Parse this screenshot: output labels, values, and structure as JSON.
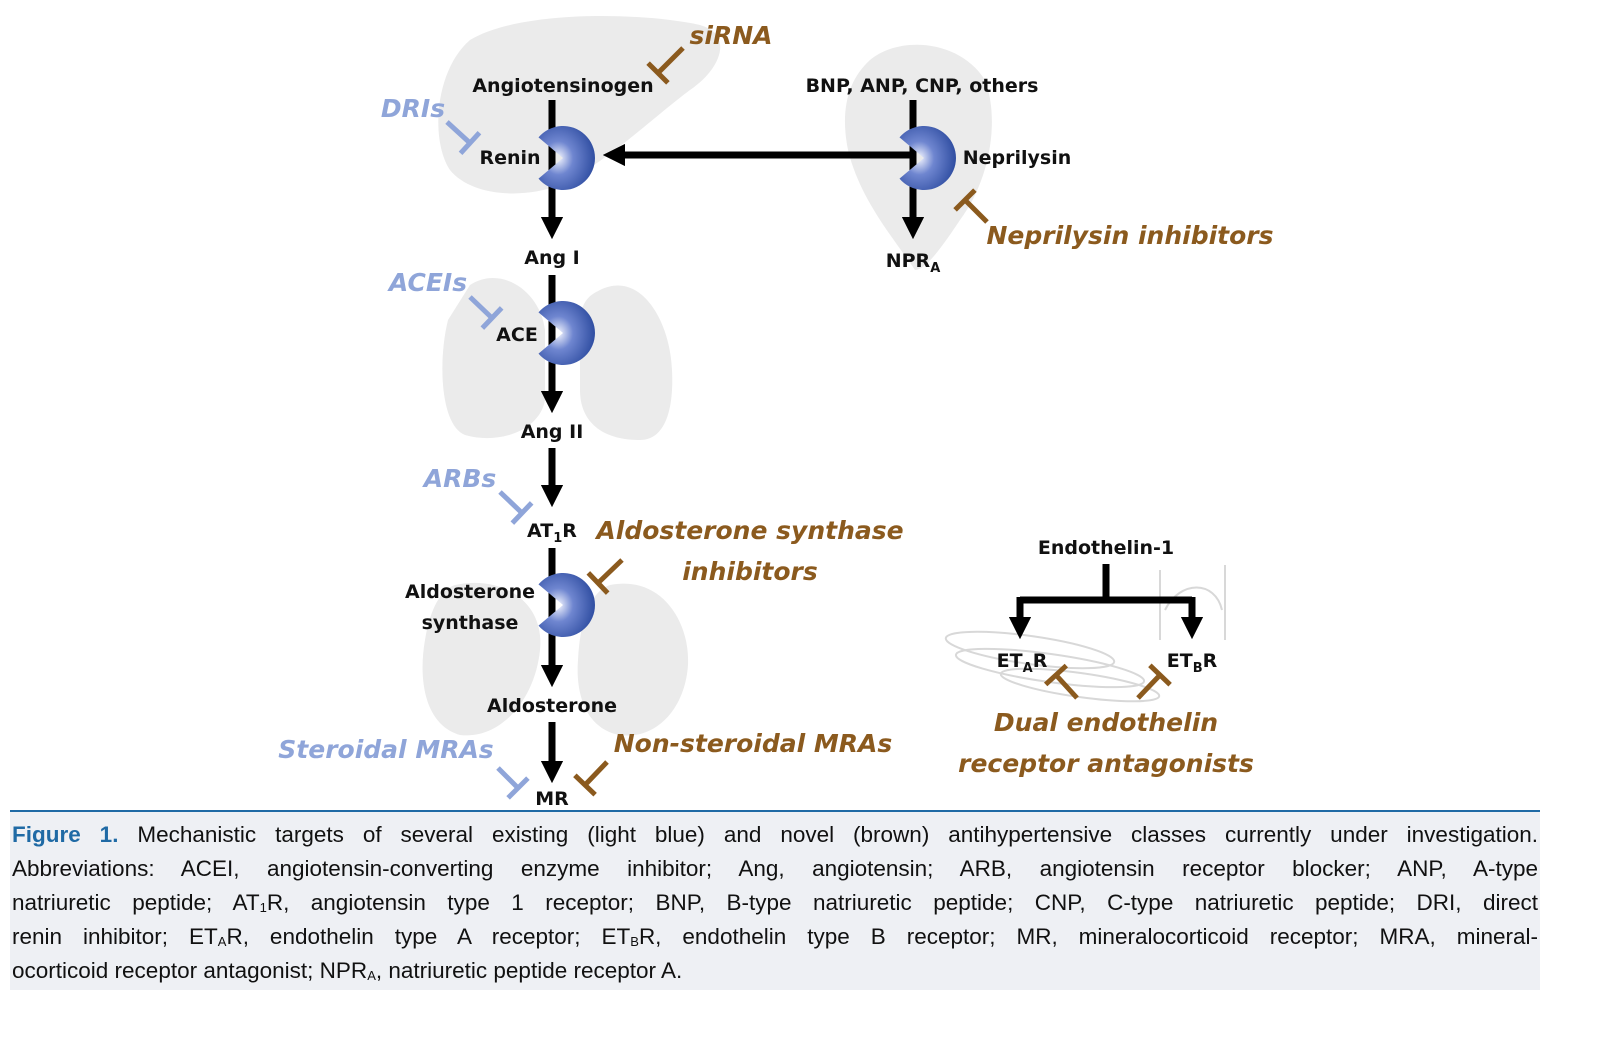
{
  "colors": {
    "existing": "#8fa5d9",
    "novel": "#8b5a1e",
    "enzyme": "#1f3f95",
    "organ": "#ebebeb",
    "caption_accent": "#1f6aa5"
  },
  "nodes": {
    "angiotensinogen": "Angiotensinogen",
    "renin": "Renin",
    "ang1": "Ang I",
    "ace": "ACE",
    "ang2": "Ang II",
    "at1r": {
      "main": "AT",
      "sub": "1",
      "tail": "R"
    },
    "aldo_synthase_1": "Aldosterone",
    "aldo_synthase_2": "synthase",
    "aldosterone": "Aldosterone",
    "mr": "MR",
    "natriuretic": "BNP, ANP, CNP, others",
    "neprilysin": "Neprilysin",
    "npra": {
      "main": "NPR",
      "sub": "A"
    },
    "endothelin": "Endothelin-1",
    "etar": {
      "main": "ET",
      "sub": "A",
      "tail": "R"
    },
    "etbr": {
      "main": "ET",
      "sub": "B",
      "tail": "R"
    }
  },
  "drugs": {
    "sirna": "siRNA",
    "dris": "DRIs",
    "aceis": "ACEIs",
    "arbs": "ARBs",
    "steroidal_mras": "Steroidal MRAs",
    "neprilysin_inhibitors": "Neprilysin inhibitors",
    "aldo_inh_1": "Aldosterone synthase",
    "aldo_inh_2": "inhibitors",
    "nonsteroidal_mras": "Non-steroidal MRAs",
    "dual_1": "Dual endothelin",
    "dual_2": "receptor antagonists"
  },
  "caption": {
    "figure_label": "Figure 1.",
    "lines": [
      [
        {
          "t": " Mechanistic targets of several existing (light blue) and novel (brown) antihypertensive classes currently under investigation."
        }
      ],
      [
        {
          "t": "Abbreviations: ACEI, angiotensin-converting enzyme inhibitor; Ang, angiotensin; ARB, angiotensin receptor blocker; ANP, A-type"
        }
      ],
      [
        {
          "t": "natriuretic peptide; AT"
        },
        {
          "sub": "1"
        },
        {
          "t": "R, angiotensin type 1 receptor; BNP, B-type natriuretic peptide; CNP, C-type natriuretic peptide; DRI, direct"
        }
      ],
      [
        {
          "t": "renin inhibitor; ET"
        },
        {
          "sub": "A"
        },
        {
          "t": "R, endothelin type A receptor; ET"
        },
        {
          "sub": "B"
        },
        {
          "t": "R, endothelin type B receptor; MR, mineralocorticoid receptor; MRA, mineral-"
        }
      ],
      [
        {
          "t": "ocorticoid receptor antagonist; NPR"
        },
        {
          "sub": "A"
        },
        {
          "t": ", natriuretic peptide receptor A."
        }
      ]
    ]
  }
}
